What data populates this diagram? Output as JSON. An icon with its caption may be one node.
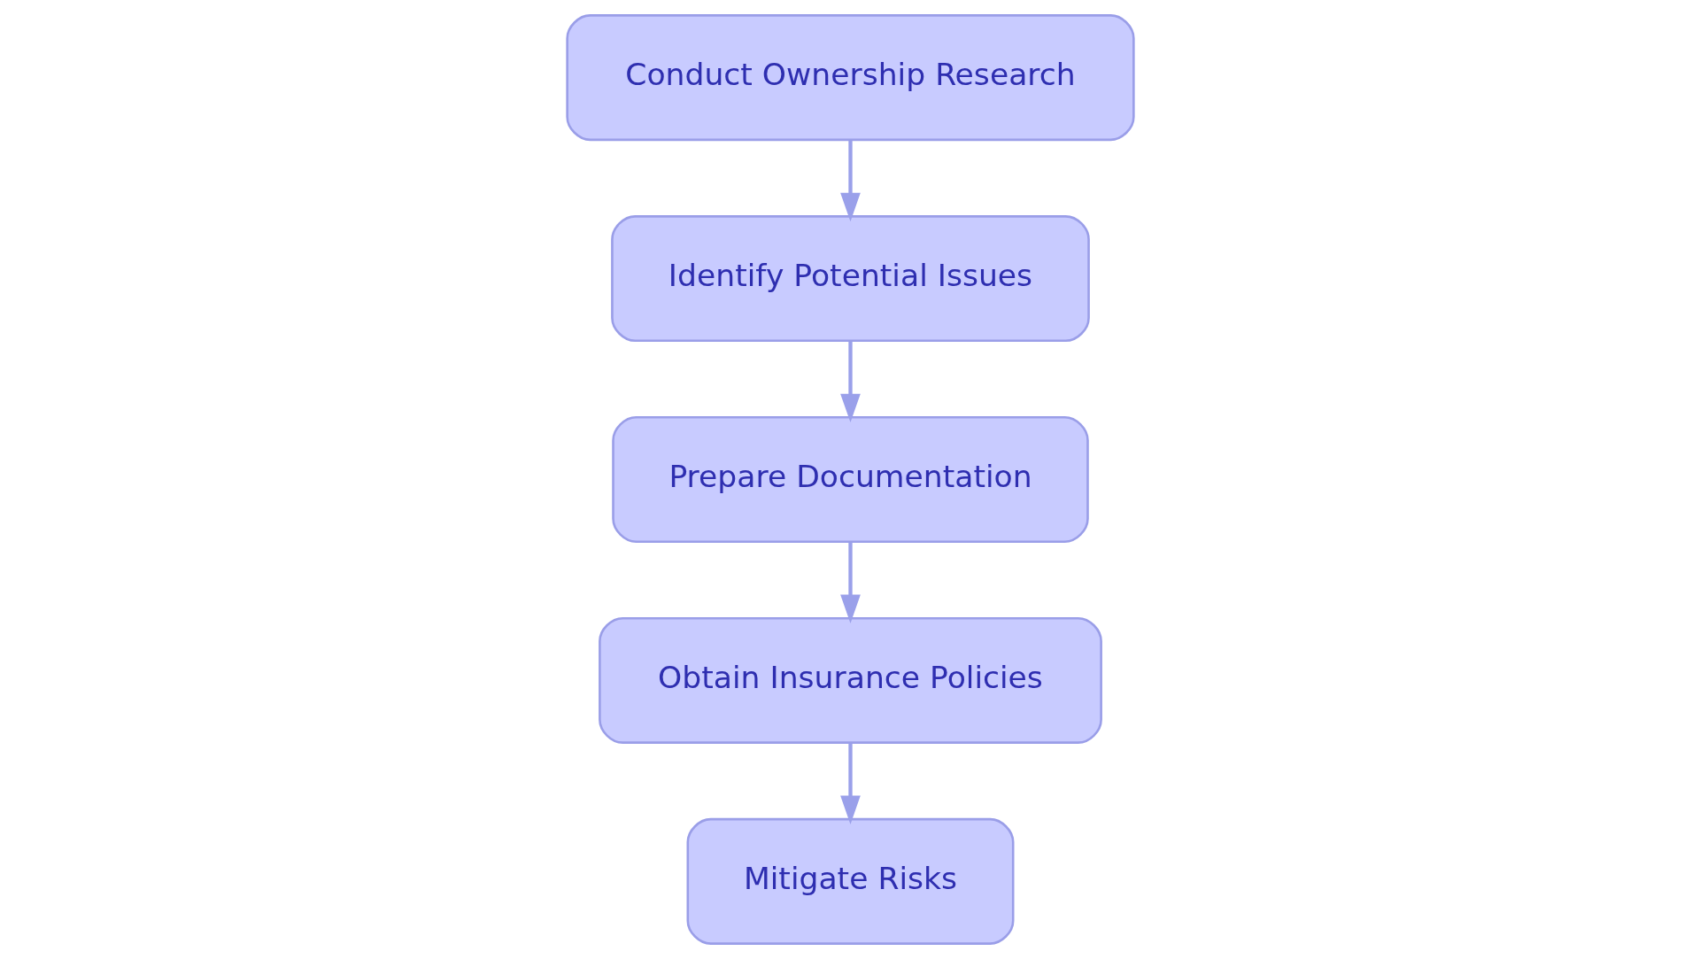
{
  "diagram": {
    "nodes": [
      {
        "text": [
          "Conduct Ownership Research"
        ]
      },
      {
        "text": [
          "Identify Potential Issues"
        ]
      },
      {
        "text": [
          "Prepare Documentation"
        ]
      },
      {
        "text": [
          "Obtain Insurance Policies"
        ]
      },
      {
        "text": [
          "Mitigate Risks"
        ]
      }
    ],
    "edges": [
      {
        "from": 0,
        "to": 1,
        "arrow": "to"
      },
      {
        "from": 1,
        "to": 2,
        "arrow": "to"
      },
      {
        "from": 2,
        "to": 3,
        "arrow": "to"
      },
      {
        "from": 3,
        "to": 4,
        "arrow": "to"
      }
    ]
  }
}
